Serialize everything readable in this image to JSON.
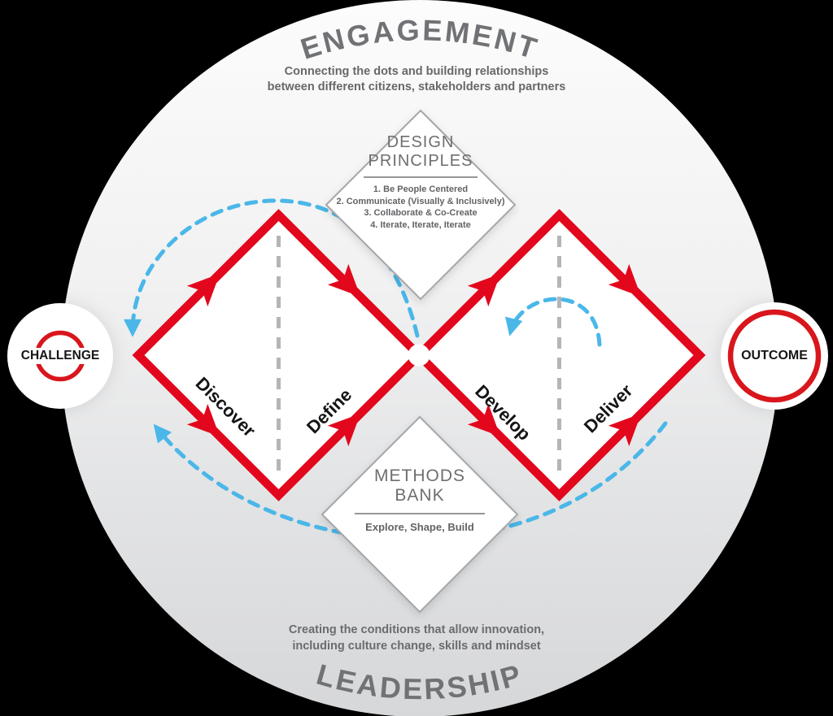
{
  "diagram": {
    "engagement": {
      "title": "ENGAGEMENT",
      "subtitle_lines": [
        "Connecting the dots and building relationships",
        "between different citizens, stakeholders and partners"
      ]
    },
    "design_principles": {
      "title_lines": [
        "DESIGN",
        "PRINCIPLES"
      ],
      "items": [
        "1. Be People Centered",
        "2. Communicate (Visually & Inclusively)",
        "3. Collaborate & Co-Create",
        "4. Iterate, Iterate, Iterate"
      ]
    },
    "double_diamond": {
      "phases": [
        "Discover",
        "Define",
        "Develop",
        "Deliver"
      ]
    },
    "challenge": {
      "label": "CHALLENGE"
    },
    "outcome": {
      "label": "OUTCOME"
    },
    "methods_bank": {
      "title_lines": [
        "METHODS",
        "BANK"
      ],
      "subtitle": "Explore, Shape, Build"
    },
    "leadership": {
      "title": "LEADERSHIP",
      "subtitle_lines": [
        "Creating the conditions that allow innovation,",
        "including culture change, skills and mindset"
      ]
    },
    "colors": {
      "process_red": "#e2071c",
      "iteration_blue": "#4ab7e8",
      "heading_gray": "#717275",
      "body_gray": "#67686a",
      "label_black": "#151515",
      "circle_gradient_top": "#fcfcfc",
      "circle_gradient_bottom": "#d6d7d9"
    }
  }
}
